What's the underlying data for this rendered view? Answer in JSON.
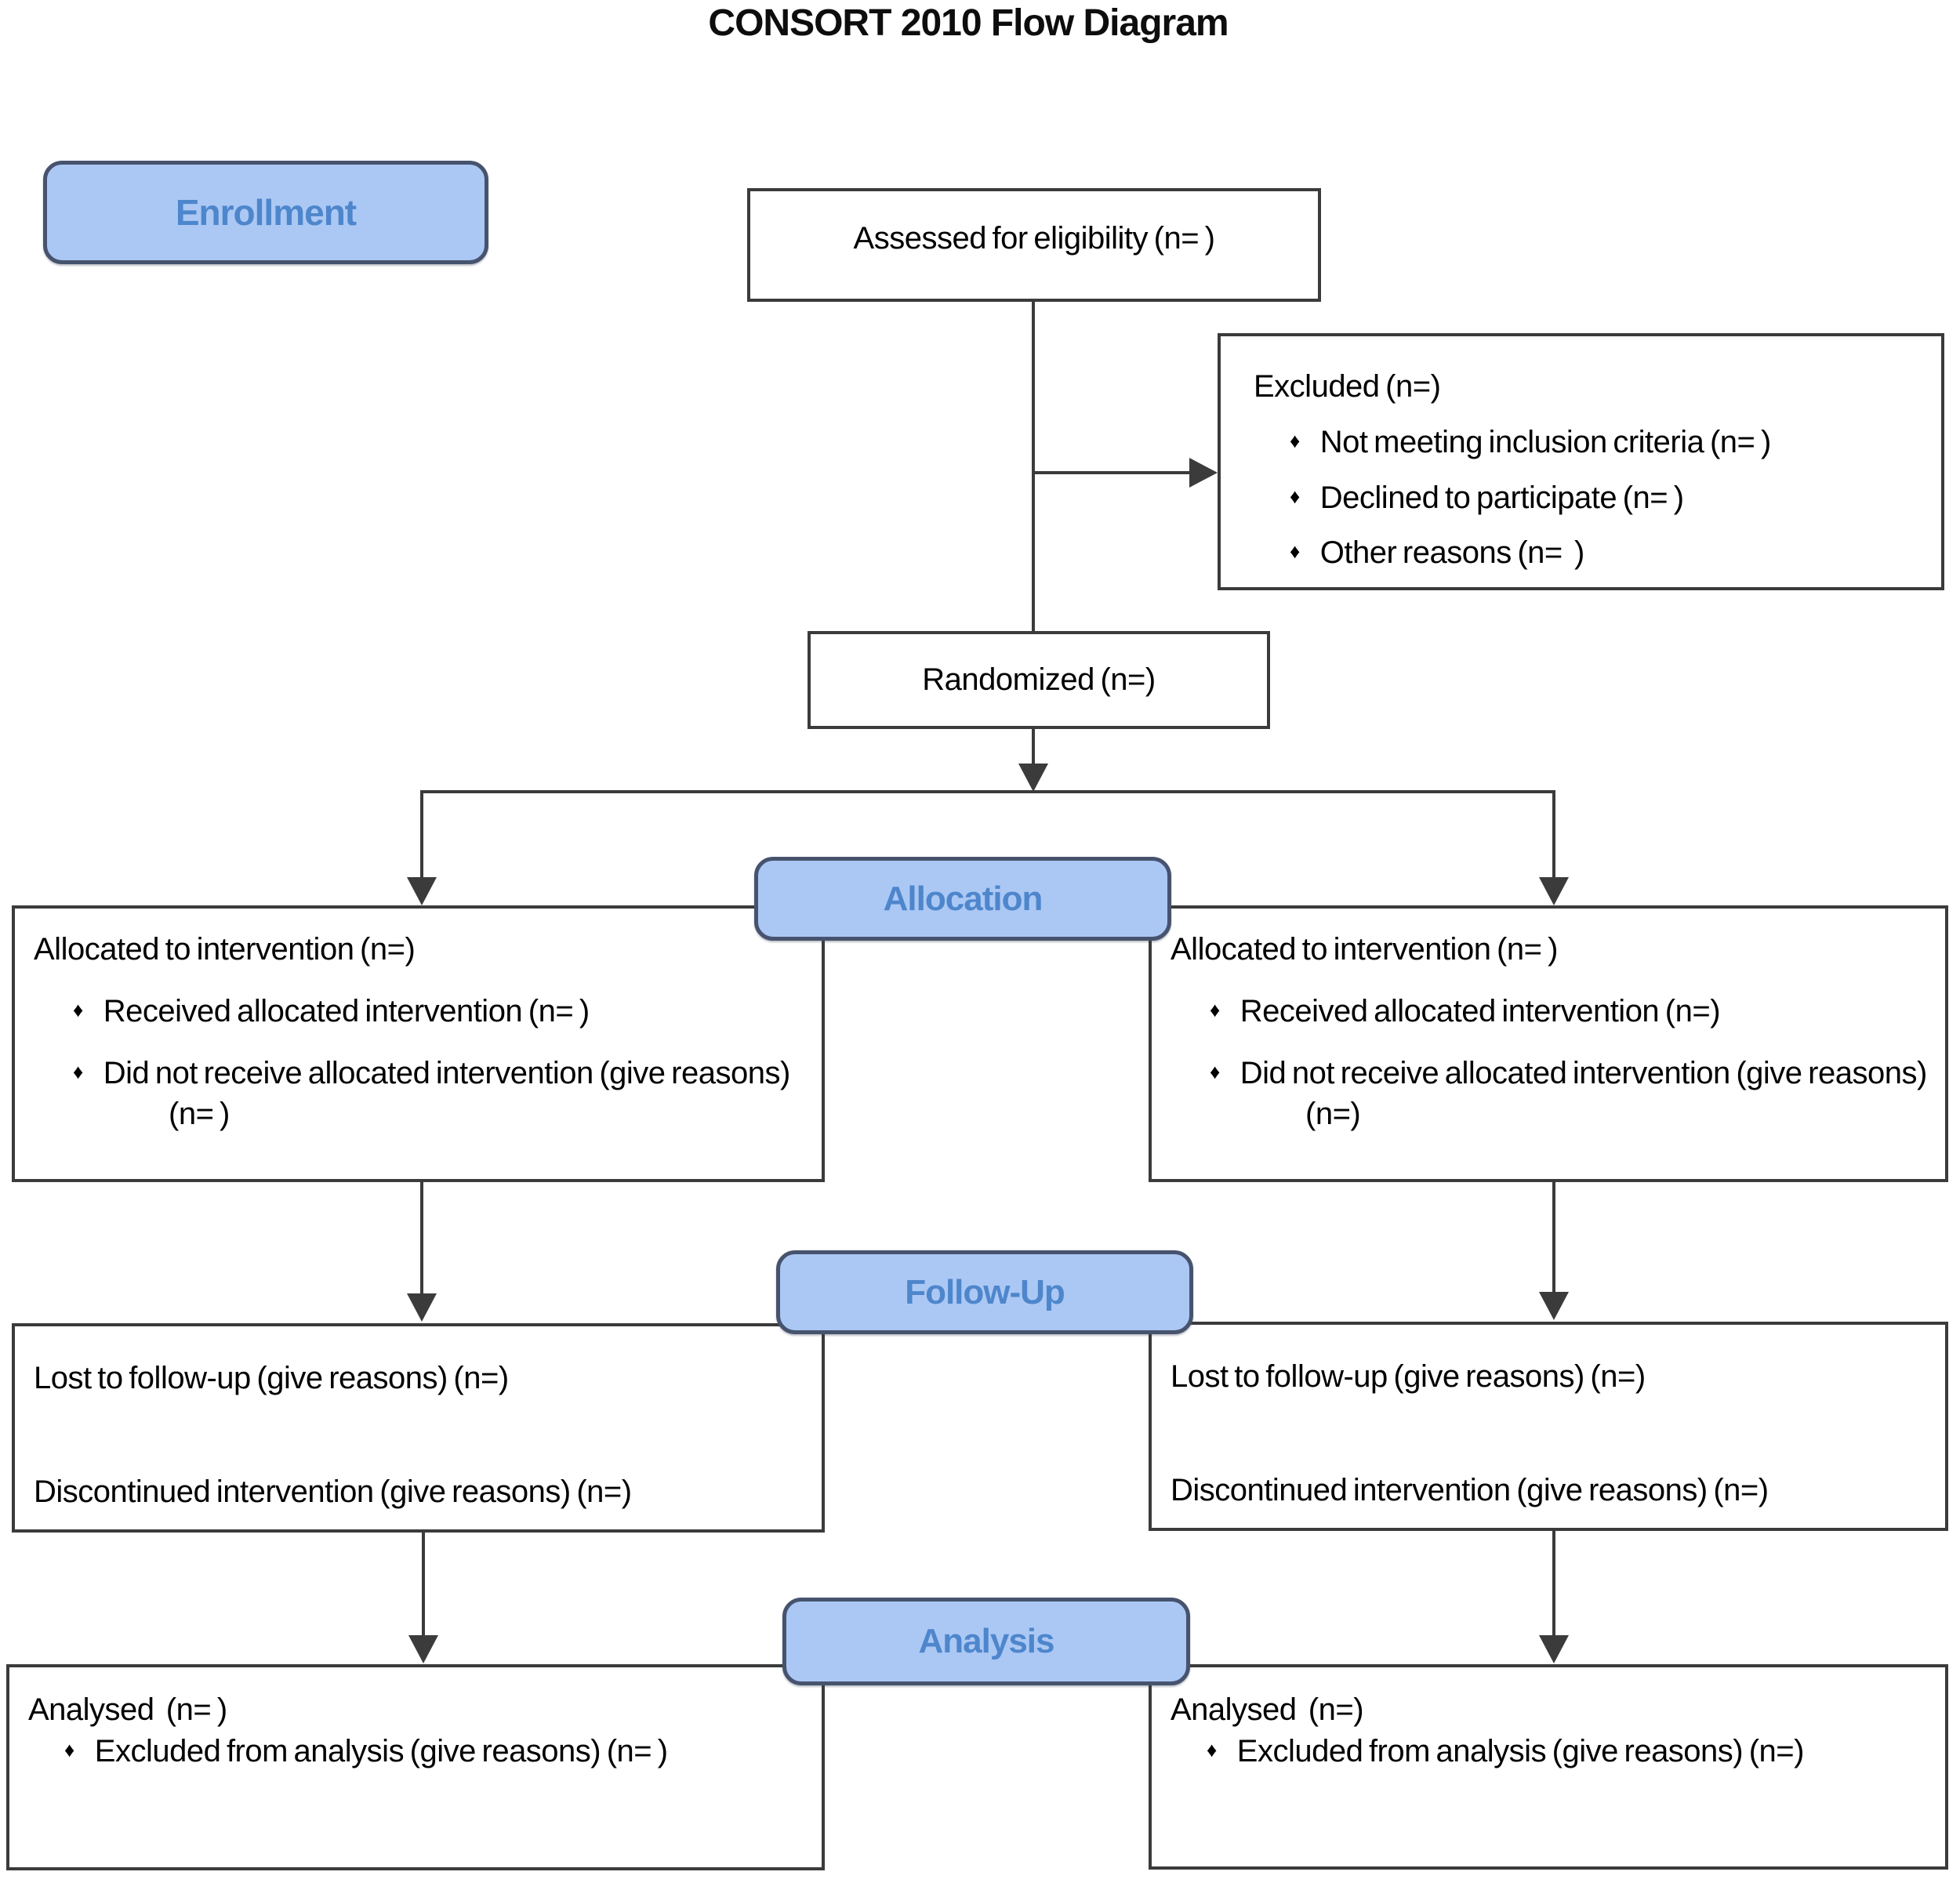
{
  "title": "CONSORT 2010 Flow Diagram",
  "stages": {
    "enrollment": "Enrollment",
    "allocation": "Allocation",
    "followup": "Follow-Up",
    "analysis": "Analysis"
  },
  "boxes": {
    "assessed": {
      "title": "Assessed for eligibility (n= )"
    },
    "excluded": {
      "title": "Excluded (n=)",
      "bullets": [
        "Not meeting inclusion criteria (n= )",
        "Declined to participate (n= )",
        "Other reasons (n=  )"
      ]
    },
    "randomized": {
      "title": "Randomized (n=)"
    },
    "alloc_left": {
      "title": "Allocated to intervention (n=)",
      "bullets": [
        "Received allocated intervention (n= )",
        "Did not receive allocated intervention (give reasons) (n= )"
      ]
    },
    "alloc_right": {
      "title": "Allocated to intervention (n= )",
      "bullets": [
        "Received allocated intervention (n=)",
        "Did not receive allocated intervention (give reasons) (n=)"
      ]
    },
    "followup_left": {
      "lines": [
        "Lost to follow-up (give reasons) (n=)",
        "Discontinued intervention (give reasons) (n=)"
      ]
    },
    "followup_right": {
      "lines": [
        "Lost to follow-up (give reasons) (n=)",
        "Discontinued intervention (give reasons) (n=)"
      ]
    },
    "analysis_left": {
      "title": "Analysed  (n= )",
      "bullets": [
        "Excluded from analysis (give reasons) (n= )"
      ]
    },
    "analysis_right": {
      "title": "Analysed  (n=)",
      "bullets": [
        "Excluded from analysis (give reasons) (n=)"
      ]
    }
  },
  "colors": {
    "pill_fill": "#abc8f4",
    "pill_border": "#47536e",
    "pill_text": "#4e86cc",
    "box_border": "#3b3b3b",
    "connector": "#3b3b3b"
  }
}
